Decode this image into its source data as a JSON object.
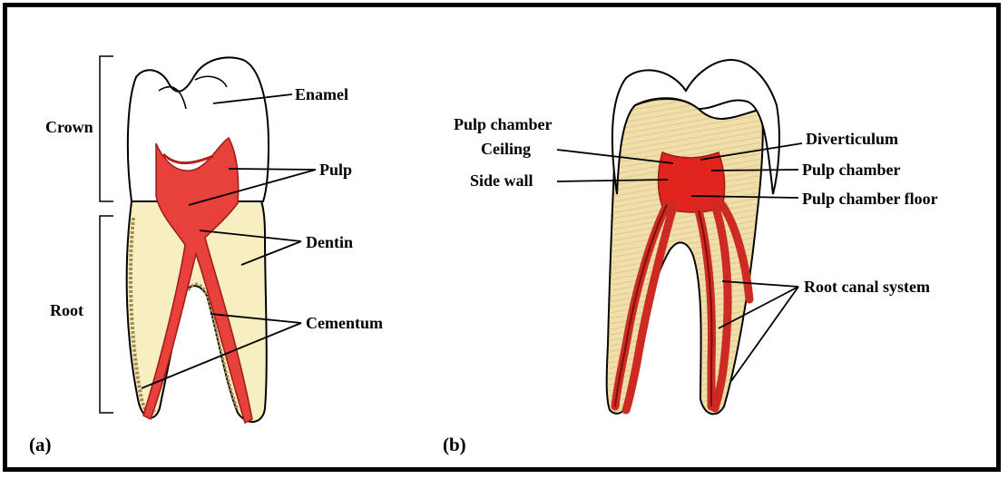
{
  "panel_a": {
    "tag": "(a)",
    "regions": {
      "crown": "Crown",
      "root": "Root"
    },
    "labels": {
      "enamel": "Enamel",
      "pulp": "Pulp",
      "dentin": "Dentin",
      "cementum": "Cementum"
    }
  },
  "panel_b": {
    "tag": "(b)",
    "labels": {
      "pulp_chamber_top": "Pulp chamber",
      "ceiling": "Ceiling",
      "side_wall": "Side wall",
      "diverticulum": "Diverticulum",
      "pulp_chamber": "Pulp chamber",
      "pulp_chamber_floor": "Pulp chamber floor",
      "root_canal_system": "Root canal system"
    }
  },
  "colors": {
    "enamel": "#ffffff",
    "dentin": "#f7eec2",
    "pulp": "#e8403b",
    "pulp_dark": "#b81d1a",
    "cementum": "#e9dca0",
    "dentin_striation": "#c8b27a",
    "frame": "#000000"
  }
}
